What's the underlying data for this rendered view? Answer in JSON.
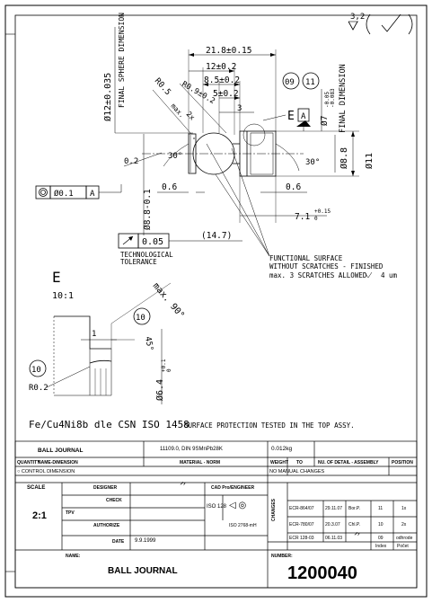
{
  "roughness": {
    "general": "3,2"
  },
  "dims": {
    "sphere": "Ø12±0.035",
    "sphere_note": "FINAL SPHERE DIMENSION",
    "len_total": "21.8±0.15",
    "len_12": "12±0.2",
    "len_85": "8.5±0.2",
    "len_5": "5±0.2",
    "r05": "R0.5",
    "r05_max": "max.",
    "r09": "R0.9±0.2",
    "three": "3",
    "x2": "2x",
    "circ09": "09",
    "circ11": "11",
    "datum_e": "E",
    "datum_a": "A",
    "d7": "Ø7",
    "d7_tol_hi": "-0.05",
    "d7_tol_lo": "-0.083",
    "final_dim": "FINAL DIMENSION",
    "d11": "Ø11",
    "d88": "Ø8.8",
    "d88_tol": "Ø8.8-0.1",
    "ang30a": "30°",
    "ang30b": "30°",
    "c02": "0.2",
    "c06a": "0.6",
    "c06b": "0.6",
    "len71": "7.1",
    "len71_tol": "+0.15",
    "len71_tol_lo": "0",
    "conc_tol": "Ø0.1",
    "conc_ref": "A",
    "runout_tol": "0.05",
    "tech_tol": "TECHNOLOGICAL",
    "tech_tol2": "TOLERANCE",
    "dim147": "(14.7)",
    "func_surface1": "FUNCTIONAL SURFACE",
    "func_surface2": "WITHOUT SCRATCHES - FINISHED",
    "func_surface3": "max. 3 SCRATCHES ALLOWED",
    "func_surface4": "4 um",
    "detail_label": "E",
    "detail_scale": "10:1",
    "det_max90": "max. 90°",
    "det_10a": "10",
    "det_10b": "10",
    "det_45": "45°",
    "det_1": "1",
    "det_r02": "R0.2",
    "det_d64": "Ø6.4",
    "det_d64_tol": "+0.1",
    "det_d64_tol_lo": "0"
  },
  "material_note": "Fe/Cu4Ni8b dle CSN ISO 1458",
  "surface_note": "SURFACE PROTECTION TESTED IN THE TOP ASSY.",
  "title_block": {
    "part_name_short": "BALL JOURNAL",
    "material_spec": "11109.0, DIN 9SMnPb28K",
    "weight": "0.012kg",
    "quantity_label": "QUANTITY",
    "name_dim_label": "NAME-DIMENSION",
    "material_label": "MATERIAL - NORM",
    "weight_label": "WEIGHT",
    "to_label": "TO",
    "no_detail_label": "NU. OF DETAIL - ASSEMBLY",
    "position_label": "POSITION",
    "control_dim": "CONTROL DIMENSION",
    "no_manual": "NO MANUAL CHANGES",
    "scale_label": "SCALE",
    "scale_value": "2:1",
    "designer_label": "DESIGNER",
    "check_label": "CHECK",
    "tpv_label": "TPV",
    "authorize_label": "AUTHORIZE",
    "date_label": "DATE",
    "date_value": "9.9.1999",
    "cad_label": "CAD Pro/ENGINEER",
    "iso128": "ISO 128",
    "iso2768": "ISO 2768-mH",
    "changes_label": "CHANGES",
    "changes": [
      {
        "ecr": "ECR-864/07",
        "date": "29.11.07",
        "who": "Bor.P.",
        "index": "11",
        "pos": "1x"
      },
      {
        "ecr": "ECR-780/07",
        "date": "20.3.07",
        "who": "Chl.P.",
        "index": "10",
        "pos": "2x"
      },
      {
        "ecr": "ECR 128-03",
        "date": "06.11.03",
        "who": "",
        "index": "09",
        "pos": "odhrode"
      }
    ],
    "index_label": "Index",
    "pocet_label": "Počet",
    "name_label": "NAME:",
    "name_value": "BALL JOURNAL",
    "number_label": "NUMBER:",
    "number_value": "1200040"
  }
}
